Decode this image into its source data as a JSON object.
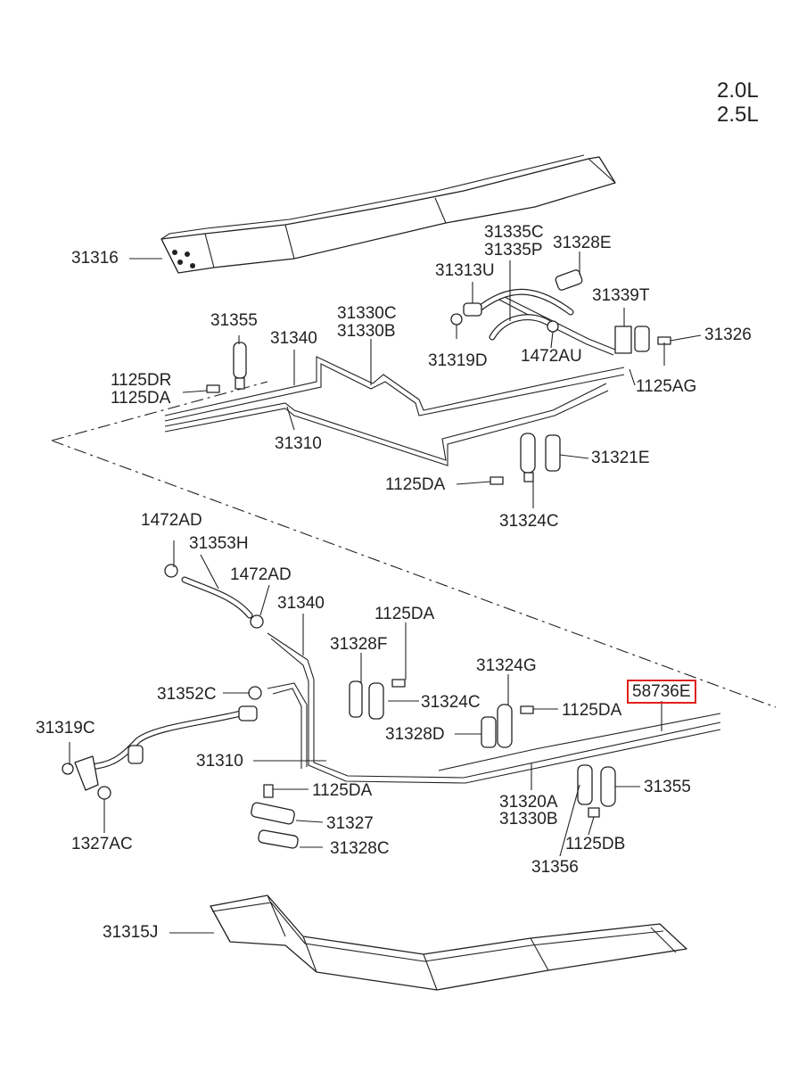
{
  "engine_labels": [
    "2.0L",
    "2.5L"
  ],
  "highlight_color": "#e0211b",
  "parts": {
    "p31316": "31316",
    "p31355_top": "31355",
    "p31340_top": "31340",
    "p31330C": "31330C",
    "p31330B_top": "31330B",
    "p1125DR": "1125DR",
    "p1125DA_a": "1125DA",
    "p31310_top": "31310",
    "p31335C": "31335C",
    "p31335P": "31335P",
    "p31328E": "31328E",
    "p31313U": "31313U",
    "p31339T": "31339T",
    "p31326": "31326",
    "p31319D": "31319D",
    "p1472AU": "1472AU",
    "p1125AG": "1125AG",
    "p31321E": "31321E",
    "p1125DA_b": "1125DA",
    "p31324C_top": "31324C",
    "p1472AD_a": "1472AD",
    "p31353H": "31353H",
    "p1472AD_b": "1472AD",
    "p31340_bot": "31340",
    "p1125DA_c": "1125DA",
    "p31328F": "31328F",
    "p31324G": "31324G",
    "p31352C": "31352C",
    "p31324C_bot": "31324C",
    "p1125DA_d": "1125DA",
    "p58736E": "58736E",
    "p31319C": "31319C",
    "p31328D": "31328D",
    "p31310_bot": "31310",
    "p1125DA_e": "1125DA",
    "p31320A": "31320A",
    "p31330B_bot": "31330B",
    "p31355_bot": "31355",
    "p31327": "31327",
    "p1327AC": "1327AC",
    "p31328C": "31328C",
    "p1125DB": "1125DB",
    "p31356": "31356",
    "p31315J": "31315J"
  }
}
